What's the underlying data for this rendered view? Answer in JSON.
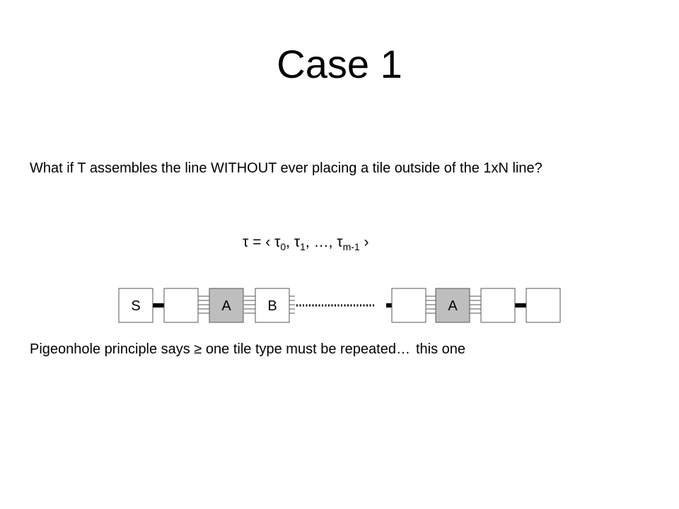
{
  "slide": {
    "title": "Case 1",
    "question": "What if T assembles the line WITHOUT ever placing a tile outside of the 1xN line?",
    "sequence": {
      "symbol": "τ",
      "equals": " = ‹ ",
      "items": [
        {
          "base": "τ",
          "sub": "0",
          "sep": ", "
        },
        {
          "base": "τ",
          "sub": "1",
          "sep": ", …, "
        },
        {
          "base": "τ",
          "sub": "m-1",
          "sep": ""
        }
      ],
      "close": " ›"
    },
    "pigeonhole_text": "Pigeonhole principle says ≥ one tile type must be repeated…",
    "pigeonhole_tail": "this one"
  },
  "tiles": [
    {
      "label": "S",
      "fill": "#ffffff"
    },
    {
      "label": "",
      "fill": "#ffffff"
    },
    {
      "label": "A",
      "fill": "#bebebe"
    },
    {
      "label": "B",
      "fill": "#ffffff"
    },
    {
      "label": "",
      "fill": "#ffffff"
    },
    {
      "label": "A",
      "fill": "#bebebe"
    },
    {
      "label": "",
      "fill": "#ffffff"
    },
    {
      "label": "",
      "fill": "#ffffff"
    }
  ],
  "colors": {
    "tile_stroke": "#555555",
    "glue": "#000000",
    "repeated_tile": "#bebebe"
  }
}
